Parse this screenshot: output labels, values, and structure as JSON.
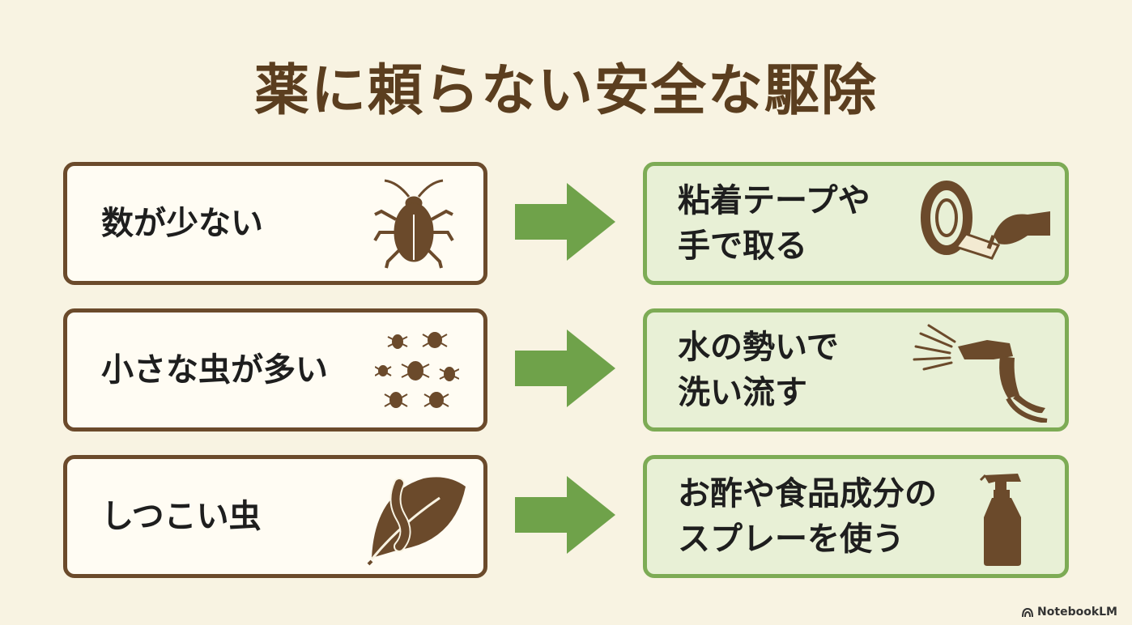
{
  "title": "薬に頼らない安全な駆除",
  "rows": [
    {
      "problem": "数が少ない",
      "problem_icon": "cockroach-icon",
      "solution": "粘着テープや\n手で取る",
      "solution_icon": "tape-hand-icon"
    },
    {
      "problem": "小さな虫が多い",
      "problem_icon": "many-bugs-icon",
      "solution": "水の勢いで\n洗い流す",
      "solution_icon": "hose-spray-icon"
    },
    {
      "problem": "しつこい虫",
      "problem_icon": "caterpillar-leaf-icon",
      "solution": "お酢や食品成分の\nスプレーを使う",
      "solution_icon": "spray-bottle-icon"
    }
  ],
  "colors": {
    "brown": "#6b4a2b",
    "green": "#7dab55",
    "title": "#5b3e1f",
    "bg": "#f8f3e2"
  },
  "brand": "NotebookLM"
}
